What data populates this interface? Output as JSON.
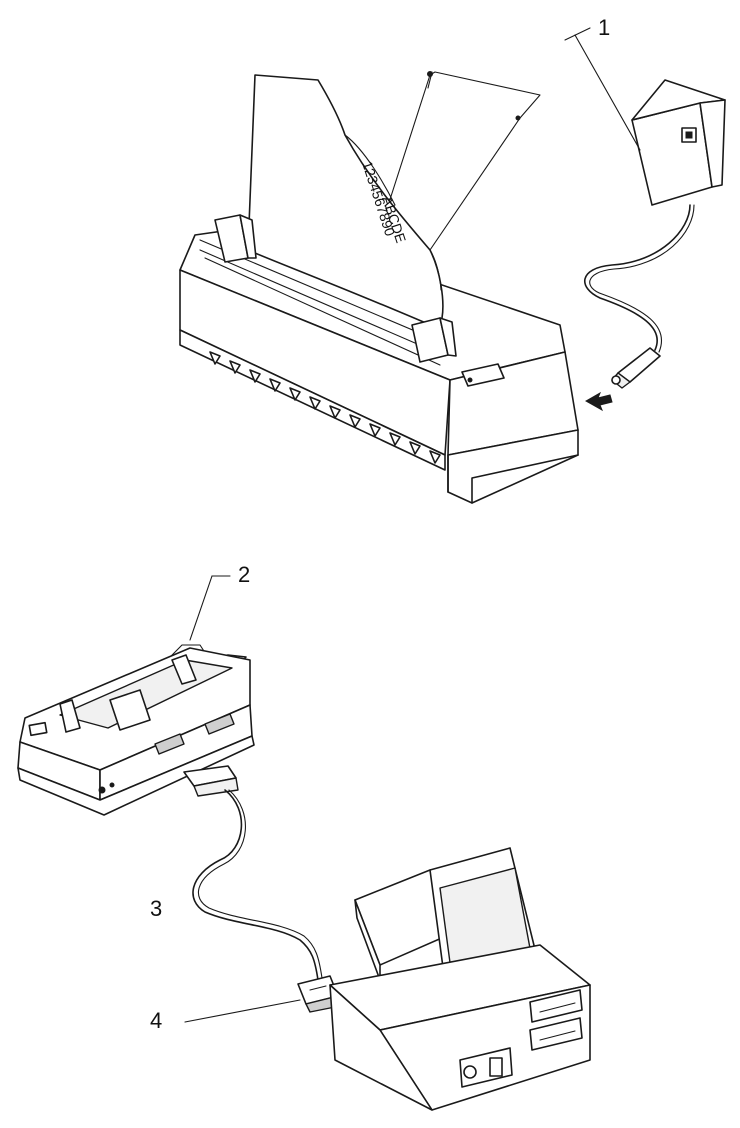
{
  "callouts": [
    {
      "label": "1",
      "part": "power adapter"
    },
    {
      "label": "2",
      "part": "printer"
    },
    {
      "label": "3",
      "part": "interface cable"
    },
    {
      "label": "4",
      "part": "connector"
    }
  ],
  "paper_text": {
    "line1": "ABCDE",
    "line2": "1234567890"
  }
}
